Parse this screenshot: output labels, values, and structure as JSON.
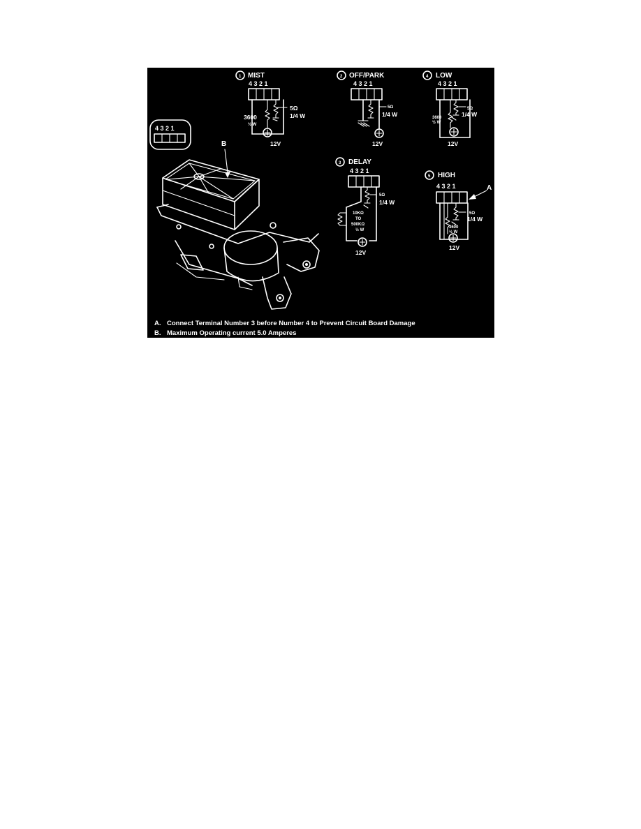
{
  "diagrams": [
    {
      "num": "1",
      "title": "MIST",
      "pins": "4 3 2 1",
      "r1": "5Ω",
      "r1w": "1/4 W",
      "r2": "3600",
      "r2w": "½ W",
      "supply": "12V"
    },
    {
      "num": "2",
      "title": "OFF/PARK",
      "pins": "4 3 2 1",
      "r1": "5Ω",
      "r1w": "1/4 W",
      "supply": "12V"
    },
    {
      "num": "3",
      "title": "DELAY",
      "pins": "4 3 2 1",
      "r1": "5Ω",
      "r1w": "1/4 W",
      "r2a": "10KΩ",
      "r2b": "TO",
      "r2c": "500KΩ",
      "r2w": "½ W",
      "supply": "12V"
    },
    {
      "num": "4",
      "title": "LOW",
      "pins": "4 3 2 1",
      "r1": "5Ω",
      "r1w": "1/4 W",
      "r2": "3600",
      "r2w": "½ W",
      "supply": "12V"
    },
    {
      "num": "5",
      "title": "HIGH",
      "pins": "4 3 2 1",
      "r1": "5Ω",
      "r1w": "1/4 W",
      "r2": "3600",
      "r2w": "½ W",
      "supply": "12V"
    }
  ],
  "connector_inset": {
    "pins": "4 3 2 1"
  },
  "callouts": {
    "a": "A",
    "b": "B"
  },
  "notes": [
    {
      "key": "A.",
      "text": "Connect Terminal Number 3 before Number 4 to Prevent Circuit Board Damage"
    },
    {
      "key": "B.",
      "text": "Maximum Operating current 5.0 Amperes"
    }
  ]
}
